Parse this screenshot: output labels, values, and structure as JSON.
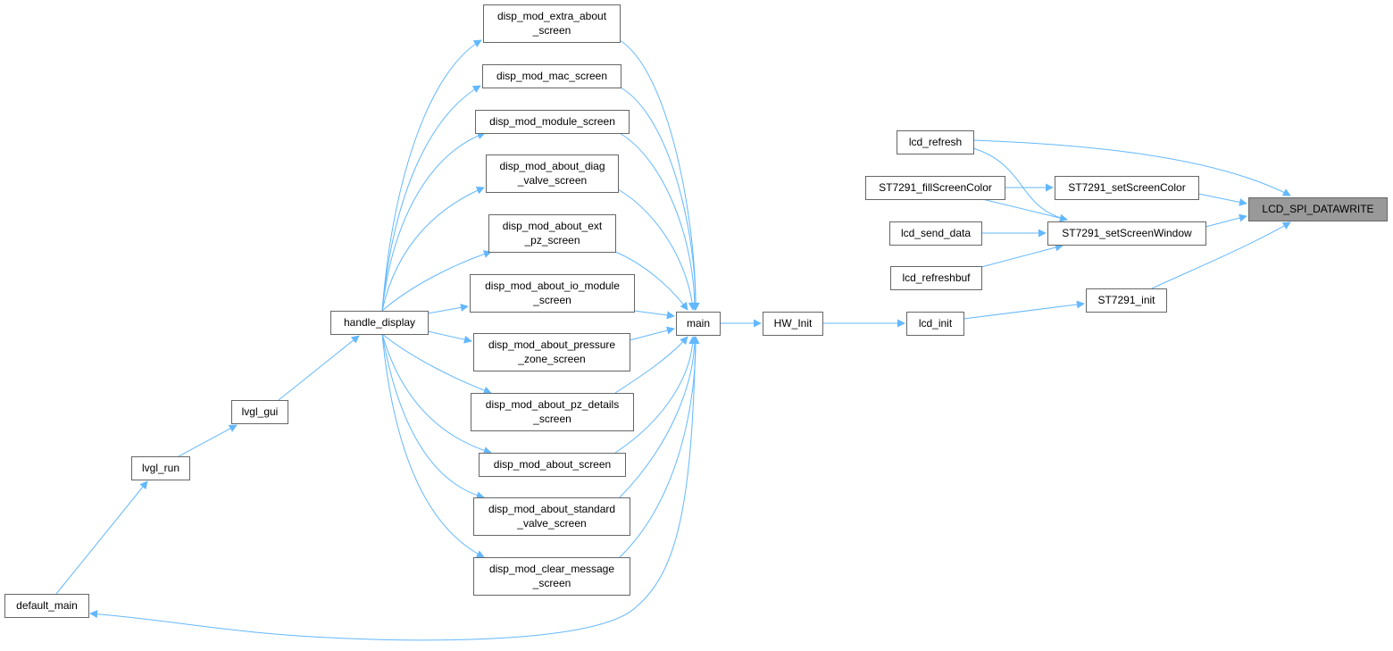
{
  "diagram": {
    "colors": {
      "edge": "#63b8ff",
      "node_border": "#666666",
      "node_fill": "#ffffff",
      "highlight_fill": "#999999"
    },
    "nodes": [
      {
        "id": "lcd_spi_datawrite",
        "lines": [
          "LCD_SPI_DATAWRITE"
        ],
        "highlight": true
      },
      {
        "id": "lcd_refresh",
        "lines": [
          "lcd_refresh"
        ]
      },
      {
        "id": "st7291_fillscreencolor",
        "lines": [
          "ST7291_fillScreenColor"
        ]
      },
      {
        "id": "st7291_setscreencolor",
        "lines": [
          "ST7291_setScreenColor"
        ]
      },
      {
        "id": "lcd_send_data",
        "lines": [
          "lcd_send_data"
        ]
      },
      {
        "id": "st7291_setscreenwindow",
        "lines": [
          "ST7291_setScreenWindow"
        ]
      },
      {
        "id": "lcd_refreshbuf",
        "lines": [
          "lcd_refreshbuf"
        ]
      },
      {
        "id": "st7291_init",
        "lines": [
          "ST7291_init"
        ]
      },
      {
        "id": "lcd_init",
        "lines": [
          "lcd_init"
        ]
      },
      {
        "id": "hw_init",
        "lines": [
          "HW_Init"
        ]
      },
      {
        "id": "main",
        "lines": [
          "main"
        ]
      },
      {
        "id": "disp_mod_extra_about_screen",
        "lines": [
          "disp_mod_extra_about",
          "_screen"
        ]
      },
      {
        "id": "disp_mod_mac_screen",
        "lines": [
          "disp_mod_mac_screen"
        ]
      },
      {
        "id": "disp_mod_module_screen",
        "lines": [
          "disp_mod_module_screen"
        ]
      },
      {
        "id": "disp_mod_about_diag_valve_screen",
        "lines": [
          "disp_mod_about_diag",
          "_valve_screen"
        ]
      },
      {
        "id": "disp_mod_about_ext_pz_screen",
        "lines": [
          "disp_mod_about_ext",
          "_pz_screen"
        ]
      },
      {
        "id": "disp_mod_about_io_module_screen",
        "lines": [
          "disp_mod_about_io_module",
          "_screen"
        ]
      },
      {
        "id": "disp_mod_about_pressure_zone_screen",
        "lines": [
          "disp_mod_about_pressure",
          "_zone_screen"
        ]
      },
      {
        "id": "disp_mod_about_pz_details_screen",
        "lines": [
          "disp_mod_about_pz_details",
          "_screen"
        ]
      },
      {
        "id": "disp_mod_about_screen",
        "lines": [
          "disp_mod_about_screen"
        ]
      },
      {
        "id": "disp_mod_about_standard_valve_screen",
        "lines": [
          "disp_mod_about_standard",
          "_valve_screen"
        ]
      },
      {
        "id": "disp_mod_clear_message_screen",
        "lines": [
          "disp_mod_clear_message",
          "_screen"
        ]
      },
      {
        "id": "handle_display",
        "lines": [
          "handle_display"
        ]
      },
      {
        "id": "lvgl_gui",
        "lines": [
          "lvgl_gui"
        ]
      },
      {
        "id": "lvgl_run",
        "lines": [
          "lvgl_run"
        ]
      },
      {
        "id": "default_main",
        "lines": [
          "default_main"
        ]
      }
    ],
    "edges": [
      {
        "from": "lcd_refresh",
        "to": "lcd_spi_datawrite"
      },
      {
        "from": "lcd_refresh",
        "to": "st7291_setscreenwindow"
      },
      {
        "from": "st7291_fillscreencolor",
        "to": "st7291_setscreencolor"
      },
      {
        "from": "st7291_fillscreencolor",
        "to": "st7291_setscreenwindow"
      },
      {
        "from": "st7291_setscreencolor",
        "to": "lcd_spi_datawrite"
      },
      {
        "from": "lcd_send_data",
        "to": "st7291_setscreenwindow"
      },
      {
        "from": "st7291_setscreenwindow",
        "to": "lcd_spi_datawrite"
      },
      {
        "from": "lcd_refreshbuf",
        "to": "st7291_setscreenwindow"
      },
      {
        "from": "st7291_init",
        "to": "lcd_spi_datawrite"
      },
      {
        "from": "lcd_init",
        "to": "st7291_init"
      },
      {
        "from": "hw_init",
        "to": "lcd_init"
      },
      {
        "from": "main",
        "to": "hw_init"
      },
      {
        "from": "disp_mod_extra_about_screen",
        "to": "main"
      },
      {
        "from": "disp_mod_mac_screen",
        "to": "main"
      },
      {
        "from": "disp_mod_module_screen",
        "to": "main"
      },
      {
        "from": "disp_mod_about_diag_valve_screen",
        "to": "main"
      },
      {
        "from": "disp_mod_about_ext_pz_screen",
        "to": "main"
      },
      {
        "from": "disp_mod_about_io_module_screen",
        "to": "main"
      },
      {
        "from": "disp_mod_about_pressure_zone_screen",
        "to": "main"
      },
      {
        "from": "disp_mod_about_pz_details_screen",
        "to": "main"
      },
      {
        "from": "disp_mod_about_screen",
        "to": "main"
      },
      {
        "from": "disp_mod_about_standard_valve_screen",
        "to": "main"
      },
      {
        "from": "disp_mod_clear_message_screen",
        "to": "main"
      },
      {
        "from": "handle_display",
        "to": "disp_mod_extra_about_screen"
      },
      {
        "from": "handle_display",
        "to": "disp_mod_mac_screen"
      },
      {
        "from": "handle_display",
        "to": "disp_mod_module_screen"
      },
      {
        "from": "handle_display",
        "to": "disp_mod_about_diag_valve_screen"
      },
      {
        "from": "handle_display",
        "to": "disp_mod_about_ext_pz_screen"
      },
      {
        "from": "handle_display",
        "to": "disp_mod_about_io_module_screen"
      },
      {
        "from": "handle_display",
        "to": "disp_mod_about_pressure_zone_screen"
      },
      {
        "from": "handle_display",
        "to": "disp_mod_about_pz_details_screen"
      },
      {
        "from": "handle_display",
        "to": "disp_mod_about_screen"
      },
      {
        "from": "handle_display",
        "to": "disp_mod_about_standard_valve_screen"
      },
      {
        "from": "handle_display",
        "to": "disp_mod_clear_message_screen"
      },
      {
        "from": "lvgl_gui",
        "to": "handle_display"
      },
      {
        "from": "lvgl_run",
        "to": "lvgl_gui"
      },
      {
        "from": "default_main",
        "to": "lvgl_run"
      },
      {
        "from": "main",
        "to": "default_main"
      }
    ]
  }
}
